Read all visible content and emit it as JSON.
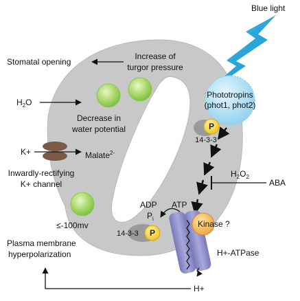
{
  "labels": {
    "blue_light": "Blue light",
    "stomatal_opening": "Stomatal opening",
    "turgor_line1": "Increase of",
    "turgor_line2": "turgor pressure",
    "h2o": "H",
    "h2o_sub": "2",
    "h2o_end": "O",
    "water_line1": "Decrease in",
    "water_line2": "water potential",
    "phot_line1": "Phototropins",
    "phot_line2": "(phot1, phot2)",
    "p_top": "P",
    "p_14_3_3_top": "14-3-3",
    "k_plus": "K+",
    "malate": "Malate",
    "malate_sup": "2-",
    "k_channel_line1": "Inwardly-rectifying",
    "k_channel_line2": "K+ channel",
    "h2o2": "H",
    "h2o2_sub": "2",
    "h2o2_end": "O",
    "h2o2_sub2": "2",
    "aba": "ABA",
    "adp": "ADP",
    "atp": "ATP",
    "pi": "P",
    "pi_sub": "i",
    "kinase": "Kinase ?",
    "p_14_3_3_bottom": "14-3-3",
    "p_bottom": "P",
    "voltage": "≤-100mv",
    "plasma_line1": "Plasma membrane",
    "plasma_line2": "hyperpolarization",
    "h_atpase": "H+-ATPase",
    "h_plus": "H+"
  },
  "colors": {
    "guard_cell": "#c8c8c8",
    "guard_cell_edge": "#b4b4b4",
    "chloroplast": "#a8d86a",
    "phototropin": "#a8dcf0",
    "lightning": "#1fa0d8",
    "p_circle": "#f5d020",
    "kinase": "#f2b94a",
    "atpase": "#8d8cc4",
    "k_channel": "#7a5a45"
  }
}
